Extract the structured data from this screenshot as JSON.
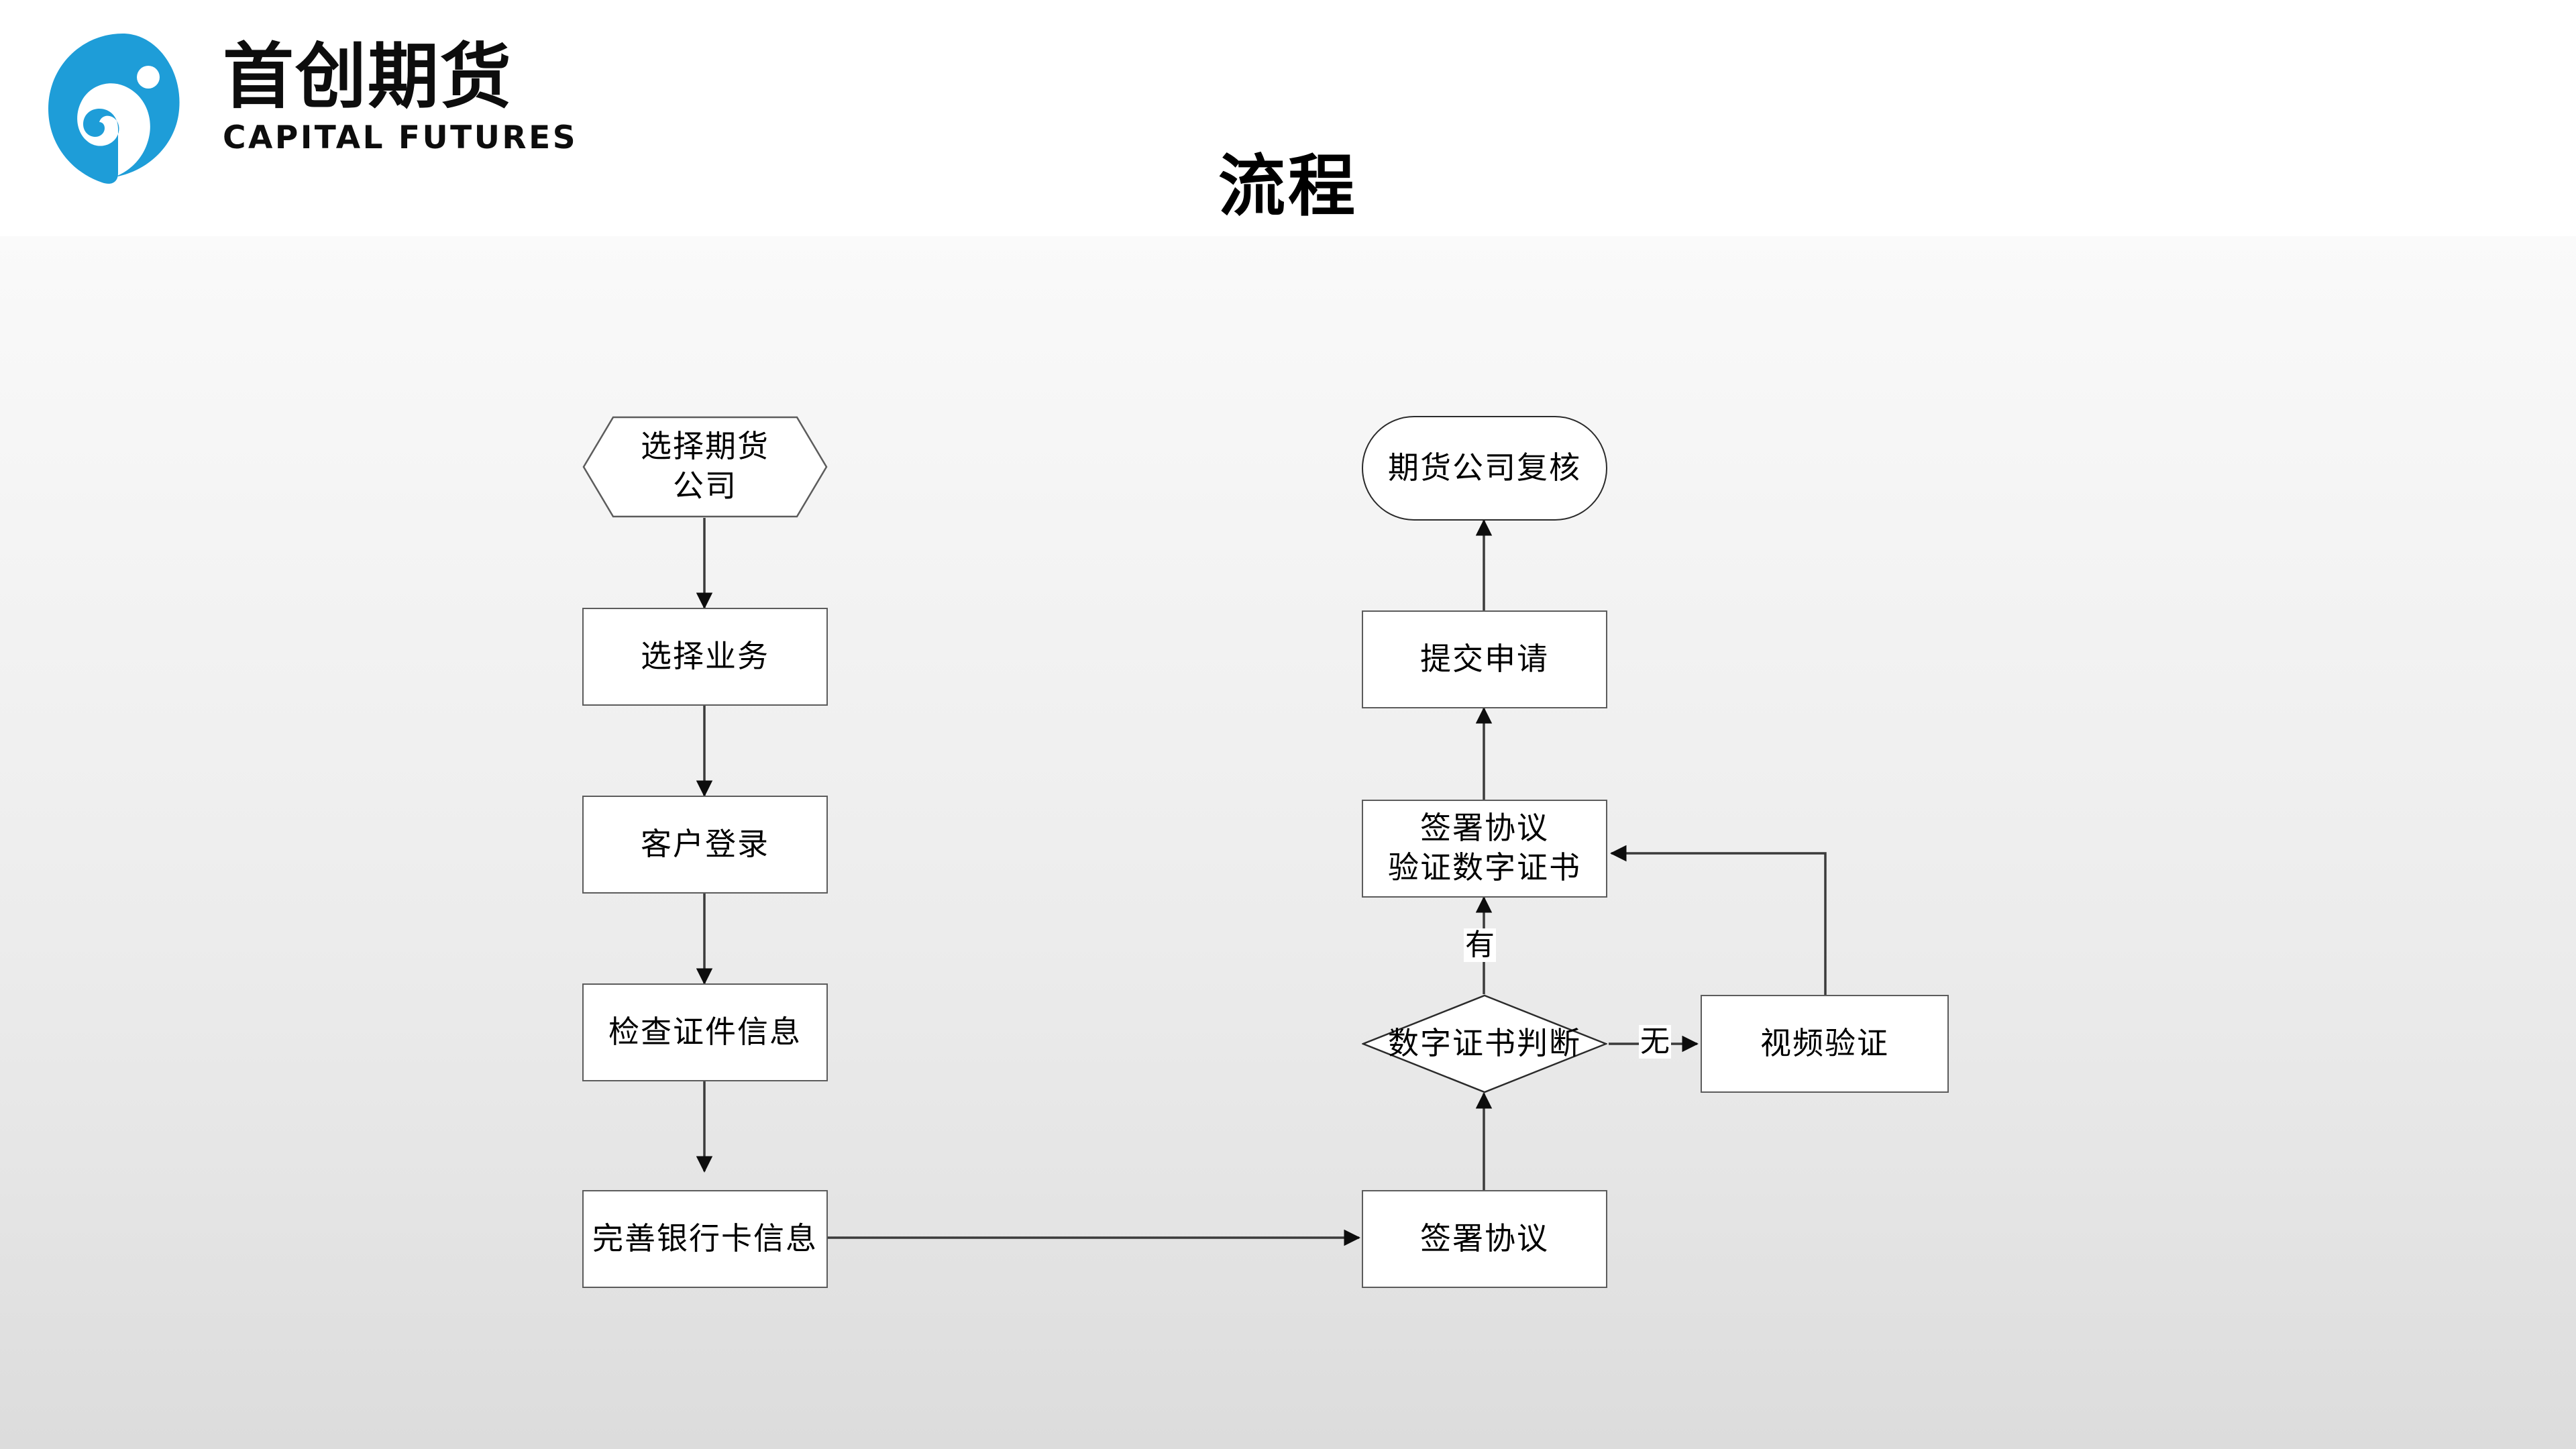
{
  "header": {
    "logo_cn": "首创期货",
    "logo_en": "CAPITAL FUTURES",
    "logo_icon": "capital-futures-circle-mark",
    "brand_color": "#1E9DD8",
    "title": "流程"
  },
  "flowchart": {
    "type": "flowchart",
    "orientation": "two-column-vertical",
    "nodes": [
      {
        "id": "select-futures-company",
        "shape": "hexagon",
        "label": "选择期货\n公司",
        "column": "left"
      },
      {
        "id": "select-business",
        "shape": "rect",
        "label": "选择业务",
        "column": "left"
      },
      {
        "id": "customer-login",
        "shape": "rect",
        "label": "客户登录",
        "column": "left"
      },
      {
        "id": "check-id-info",
        "shape": "rect",
        "label": "检查证件信息",
        "column": "left"
      },
      {
        "id": "complete-bank-card",
        "shape": "rect",
        "label": "完善银行卡信息",
        "column": "left"
      },
      {
        "id": "sign-agreement",
        "shape": "rect",
        "label": "签署协议",
        "column": "right"
      },
      {
        "id": "cert-decision",
        "shape": "diamond",
        "label": "数字证书判断",
        "column": "right"
      },
      {
        "id": "video-verify",
        "shape": "rect",
        "label": "视频验证",
        "column": "far-right"
      },
      {
        "id": "sign-verify-cert",
        "shape": "rect",
        "label": "签署协议\n验证数字证书",
        "column": "right"
      },
      {
        "id": "submit-application",
        "shape": "rect",
        "label": "提交申请",
        "column": "right"
      },
      {
        "id": "company-review",
        "shape": "stadium",
        "label": "期货公司复核",
        "column": "right"
      }
    ],
    "edges": [
      {
        "from": "select-futures-company",
        "to": "select-business",
        "label": ""
      },
      {
        "from": "select-business",
        "to": "customer-login",
        "label": ""
      },
      {
        "from": "customer-login",
        "to": "check-id-info",
        "label": ""
      },
      {
        "from": "check-id-info",
        "to": "complete-bank-card",
        "label": ""
      },
      {
        "from": "complete-bank-card",
        "to": "sign-agreement",
        "label": ""
      },
      {
        "from": "sign-agreement",
        "to": "cert-decision",
        "label": ""
      },
      {
        "from": "cert-decision",
        "to": "sign-verify-cert",
        "label": "有"
      },
      {
        "from": "cert-decision",
        "to": "video-verify",
        "label": "无"
      },
      {
        "from": "video-verify",
        "to": "sign-verify-cert",
        "label": ""
      },
      {
        "from": "sign-verify-cert",
        "to": "submit-application",
        "label": ""
      },
      {
        "from": "submit-application",
        "to": "company-review",
        "label": ""
      }
    ],
    "edge_labels": {
      "has_certificate": "有",
      "no_certificate": "无"
    },
    "colors": {
      "node_border": "#5c5c5c",
      "node_fill": "#ffffff",
      "edge_stroke": "#3b3b3b",
      "text": "#000000"
    }
  }
}
